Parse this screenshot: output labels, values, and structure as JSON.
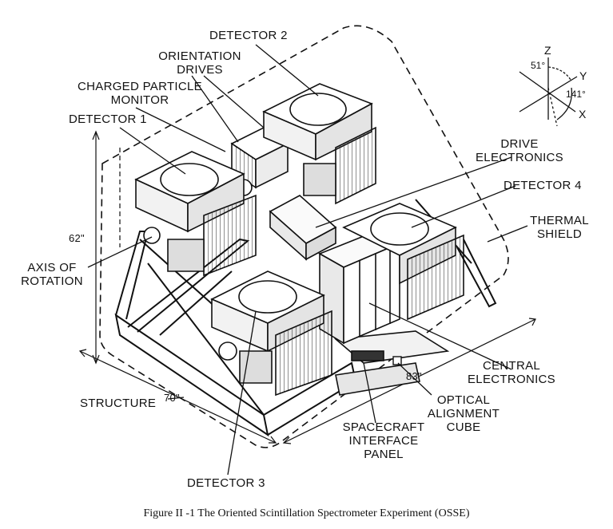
{
  "labels": {
    "detector_2": "DETECTOR 2",
    "orientation_drives": [
      "ORIENTATION",
      "DRIVES"
    ],
    "charged_particle_monitor": [
      "CHARGED PARTICLE",
      "MONITOR"
    ],
    "detector_1": "DETECTOR 1",
    "drive_electronics": [
      "DRIVE",
      "ELECTRONICS"
    ],
    "detector_4": "DETECTOR 4",
    "thermal_shield": [
      "THERMAL",
      "SHIELD"
    ],
    "height_62": "62\"",
    "axis_of_rotation": [
      "AXIS OF",
      "ROTATION"
    ],
    "structure": "STRUCTURE",
    "width_70": "70\"",
    "detector_3": "DETECTOR 3",
    "spacecraft_interface_panel": [
      "SPACECRAFT",
      "INTERFACE",
      "PANEL"
    ],
    "optical_alignment_cube": [
      "OPTICAL",
      "ALIGNMENT",
      "CUBE"
    ],
    "depth_83": "83\"",
    "central_electronics": [
      "CENTRAL",
      "ELECTRONICS"
    ]
  },
  "axes": {
    "z": "Z",
    "y": "Y",
    "x": "X",
    "angle_51": "51°",
    "angle_141": "141°"
  },
  "caption": "Figure II -1  The Oriented Scintillation Spectrometer Experiment (OSSE)"
}
